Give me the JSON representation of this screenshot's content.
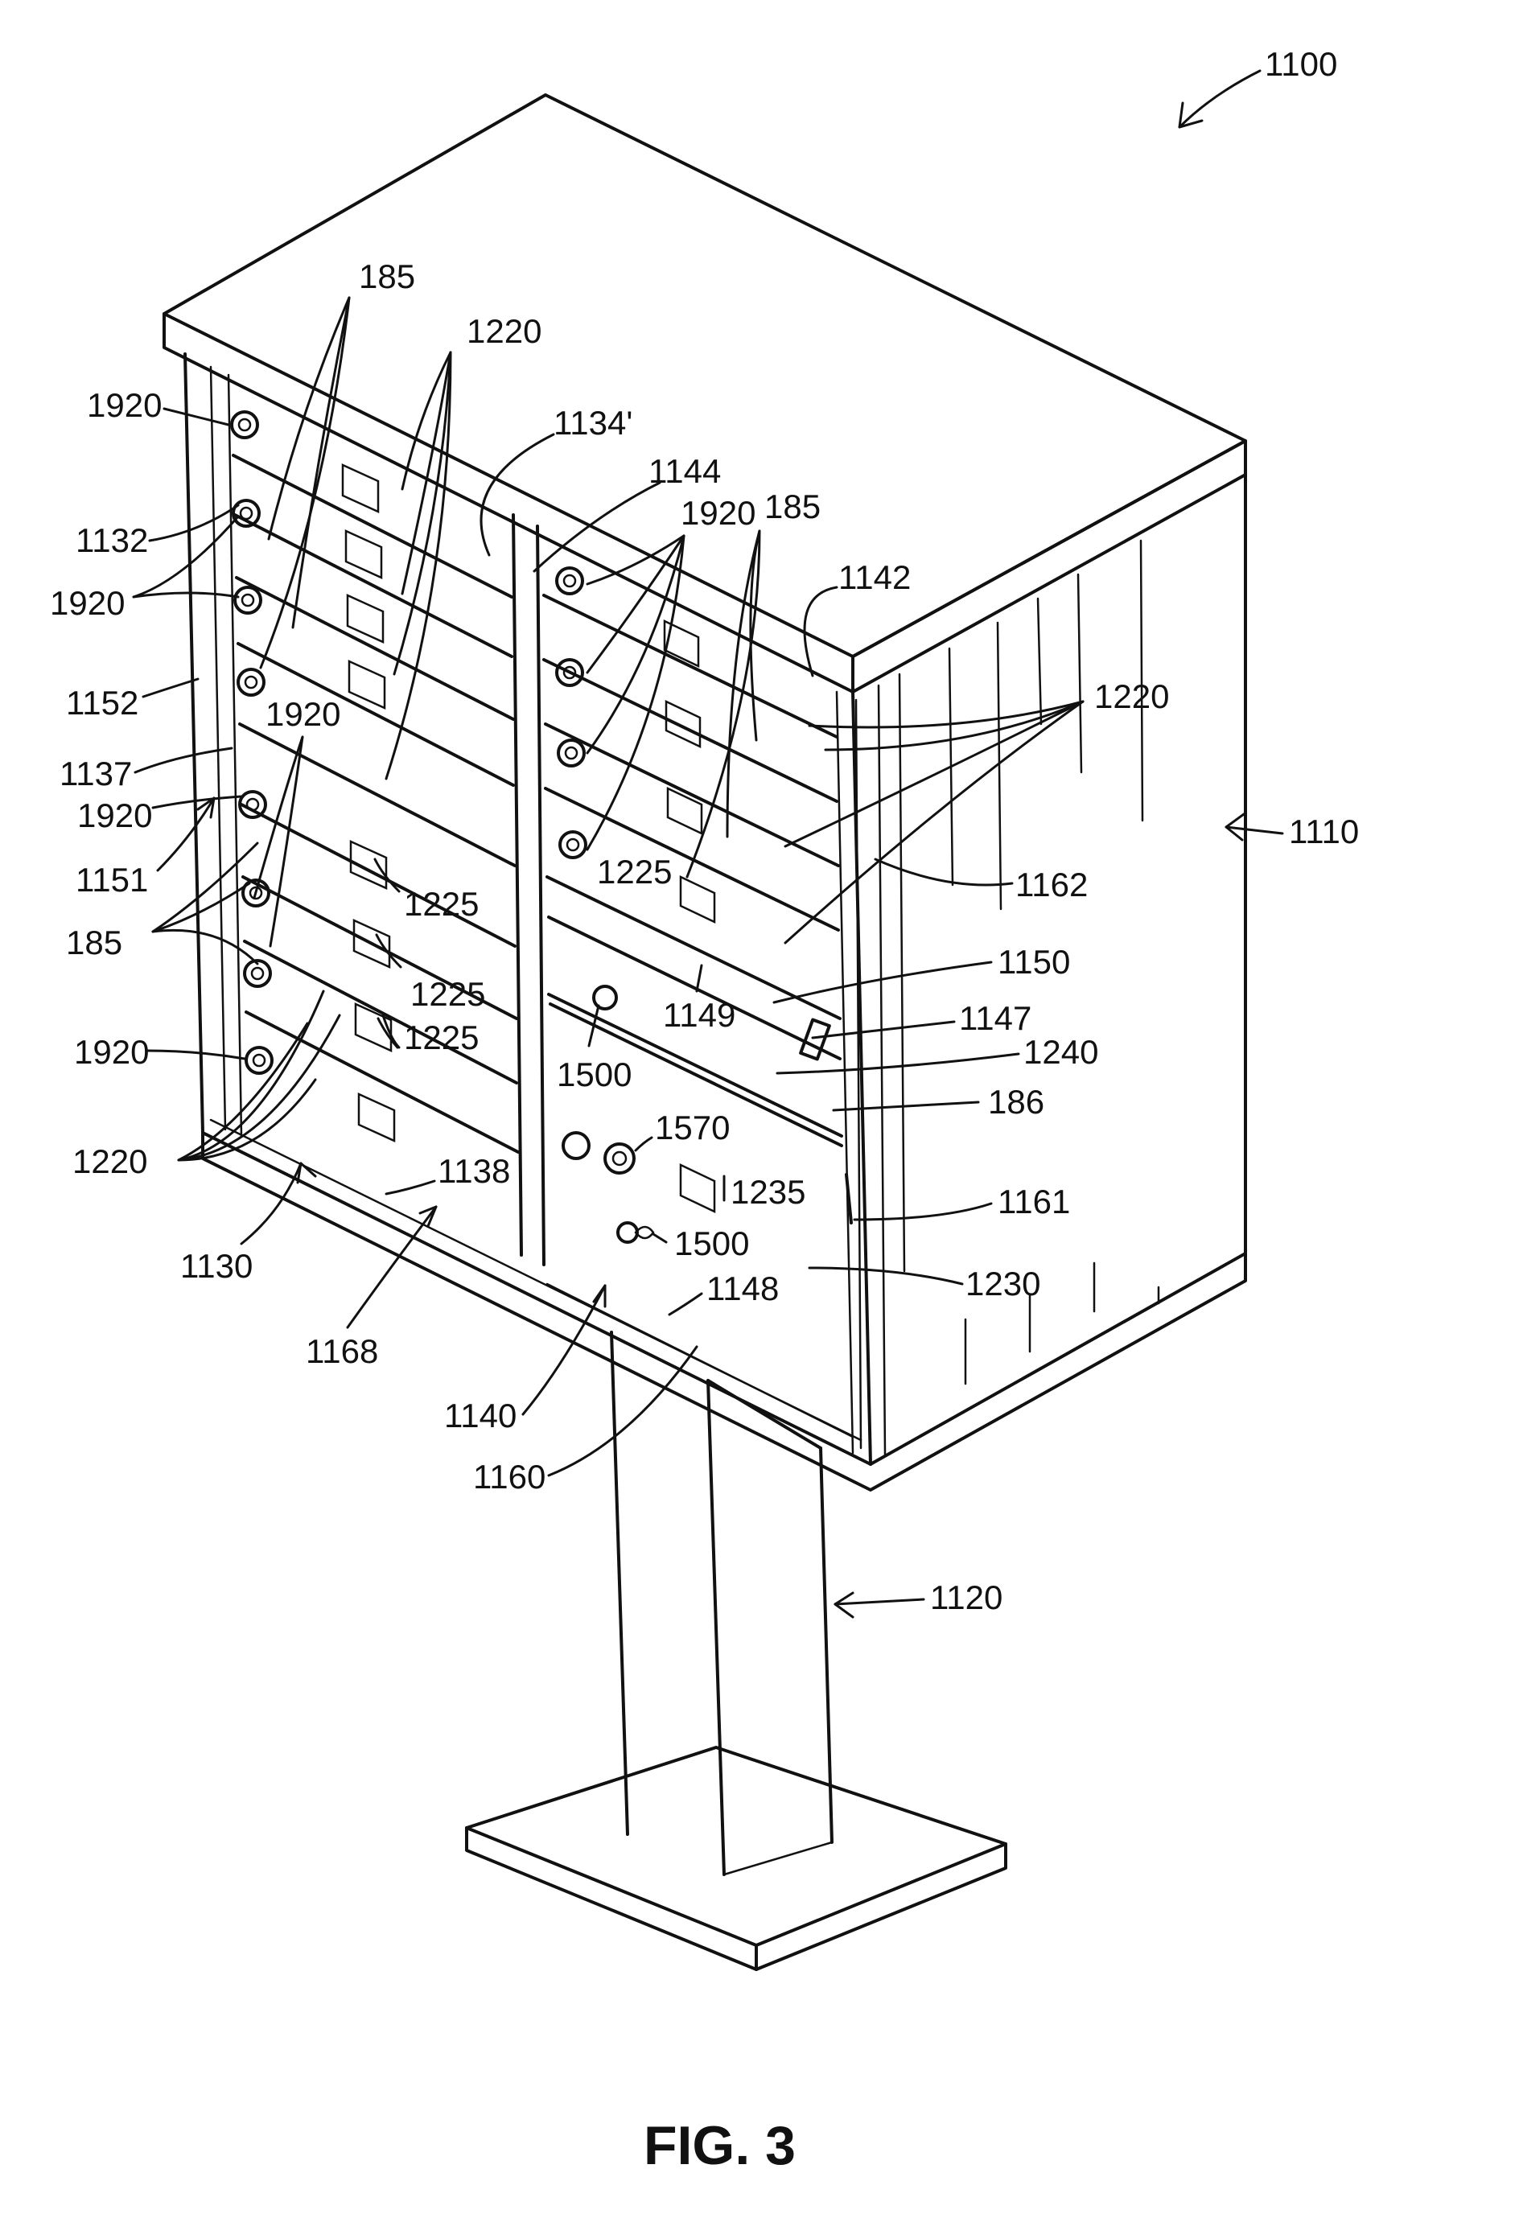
{
  "figure": {
    "caption": "FIG. 3",
    "labels": {
      "l1100": "1100",
      "l185a": "185",
      "l1220a": "1220",
      "l1920a": "1920",
      "l1134": "1134'",
      "l1144": "1144",
      "l1920b": "1920",
      "l185b": "185",
      "l1132": "1132",
      "l1920c": "1920",
      "l1142": "1142",
      "l1152": "1152",
      "l1920d": "1920",
      "l1220b": "1220",
      "l1137": "1137",
      "l1920e": "1920",
      "l1225a": "1225",
      "l1110": "1110",
      "l1151": "1151",
      "l1225b": "1225",
      "l1162": "1162",
      "l185c": "185",
      "l1225c": "1225",
      "l1150": "1150",
      "l1149": "1149",
      "l1147": "1147",
      "l1920f": "1920",
      "l1225d": "1225",
      "l1240": "1240",
      "l1500a": "1500",
      "l186": "186",
      "l1570": "1570",
      "l1220c": "1220",
      "l1138": "1138",
      "l1235": "1235",
      "l1161": "1161",
      "l1130": "1130",
      "l1500b": "1500",
      "l1230": "1230",
      "l1148": "1148",
      "l1168": "1168",
      "l1140": "1140",
      "l1160": "1160",
      "l1120": "1120"
    }
  }
}
